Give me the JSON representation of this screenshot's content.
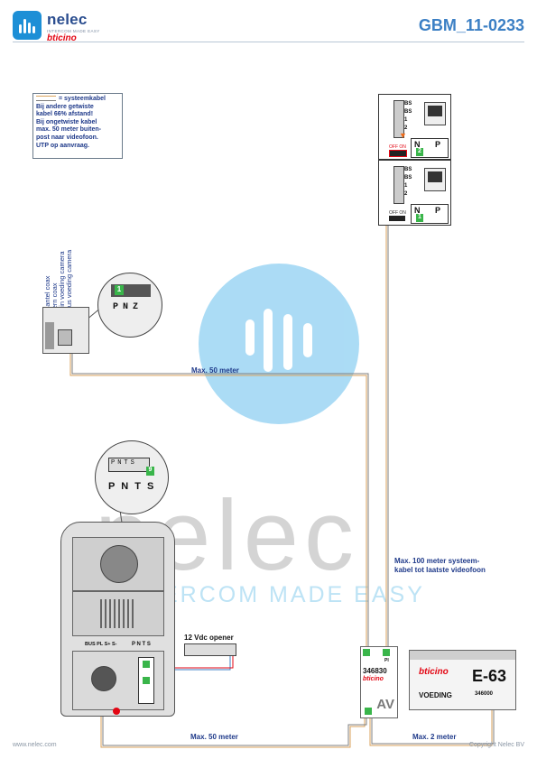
{
  "header": {
    "brand": "nelec",
    "brand_tagline": "INTERCOM MADE EASY",
    "brand2": "bticino",
    "doc_title": "GBM_11-0233"
  },
  "legend": {
    "title": "= systeemkabel",
    "lines": [
      "Bij andere getwiste",
      "kabel 66% afstand!",
      "Bij ongetwiste kabel",
      "max. 50 meter buiten-",
      "post naar videofoon.",
      "UTP op aanvraag."
    ]
  },
  "camera": {
    "labels": [
      "mantel coax",
      "kern coax",
      "min voeding camera",
      "plus voeding camera"
    ],
    "zoom_terminals": [
      "P",
      "N",
      "Z"
    ],
    "zoom_number": "1"
  },
  "panel_zoom": {
    "labels": [
      "P",
      "N",
      "T",
      "S"
    ],
    "number": "9"
  },
  "monitors": [
    {
      "terminals": [
        "BS",
        "BS",
        "1",
        "2"
      ],
      "switch": "OFF ON",
      "n_label": "N",
      "p_label": "P",
      "n_value": "2"
    },
    {
      "terminals": [
        "BS",
        "BS",
        "1",
        "2"
      ],
      "switch": "OFF ON",
      "n_label": "N",
      "p_label": "P",
      "n_value": "1"
    }
  ],
  "cables": {
    "camera_to_monitor": "Max. 50 meter",
    "to_last_monitor": "Max. 100 meter systeem-\nkabel tot laatste videofoon",
    "panel_to_av": "Max. 50 meter",
    "av_to_psu": "Max. 2 meter"
  },
  "panel_terminals": "BUS PL S+ S-",
  "panel_pnts": "P N T S",
  "opener": "12 Vdc opener",
  "av_module": {
    "code": "346830",
    "brand": "bticino",
    "label": "AV",
    "top_label": "PI"
  },
  "psu": {
    "brand": "bticino",
    "model": "E-63",
    "label": "VOEDING",
    "code": "346000"
  },
  "watermark": {
    "word": "nelec",
    "tagline": "ERCOM MADE EASY"
  },
  "footer": {
    "left": "www.nelec.com",
    "right": "Copyright Nelec BV"
  },
  "colors": {
    "accent": "#3b7fc4",
    "text": "#1f3a8a",
    "cable_orange": "#d8a25b",
    "cable_grey": "#7f7f7f",
    "terminal_green": "#39b54a",
    "bticino_red": "#e30613"
  }
}
